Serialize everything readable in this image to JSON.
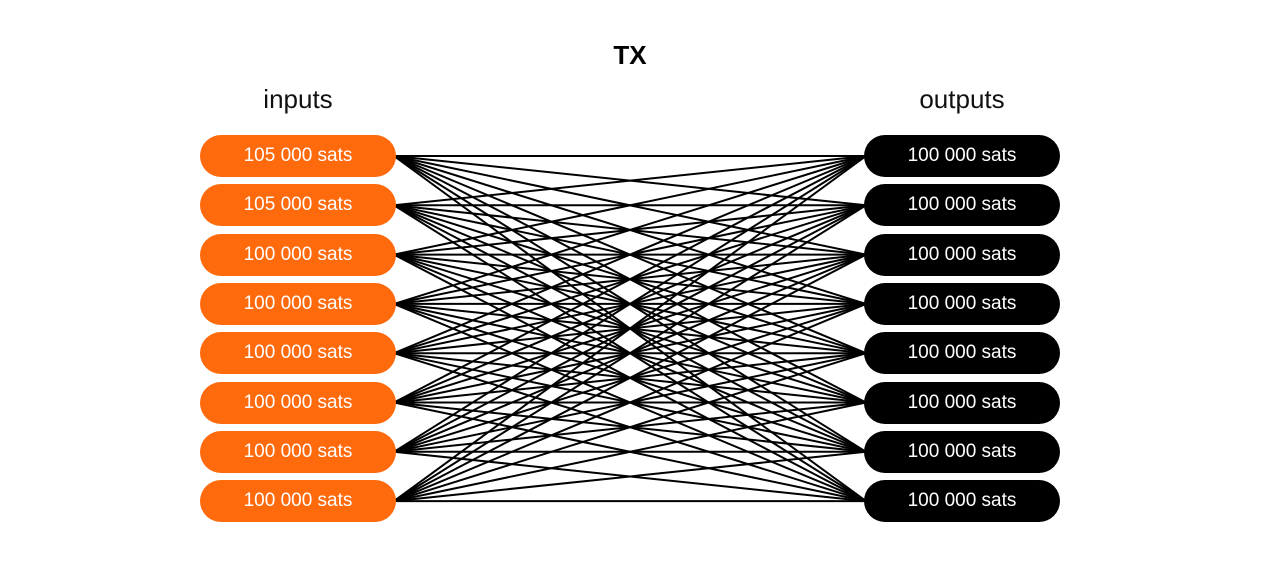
{
  "title": "TX",
  "inputs": {
    "heading": "inputs",
    "color": "#ff6a0d",
    "items": [
      {
        "label": "105 000 sats"
      },
      {
        "label": "105 000 sats"
      },
      {
        "label": "100 000 sats"
      },
      {
        "label": "100 000 sats"
      },
      {
        "label": "100 000 sats"
      },
      {
        "label": "100 000 sats"
      },
      {
        "label": "100 000 sats"
      },
      {
        "label": "100 000 sats"
      }
    ]
  },
  "outputs": {
    "heading": "outputs",
    "color": "#000000",
    "items": [
      {
        "label": "100 000 sats"
      },
      {
        "label": "100 000 sats"
      },
      {
        "label": "100 000 sats"
      },
      {
        "label": "100 000 sats"
      },
      {
        "label": "100 000 sats"
      },
      {
        "label": "100 000 sats"
      },
      {
        "label": "100 000 sats"
      },
      {
        "label": "100 000 sats"
      }
    ]
  },
  "connection_color": "#000000"
}
